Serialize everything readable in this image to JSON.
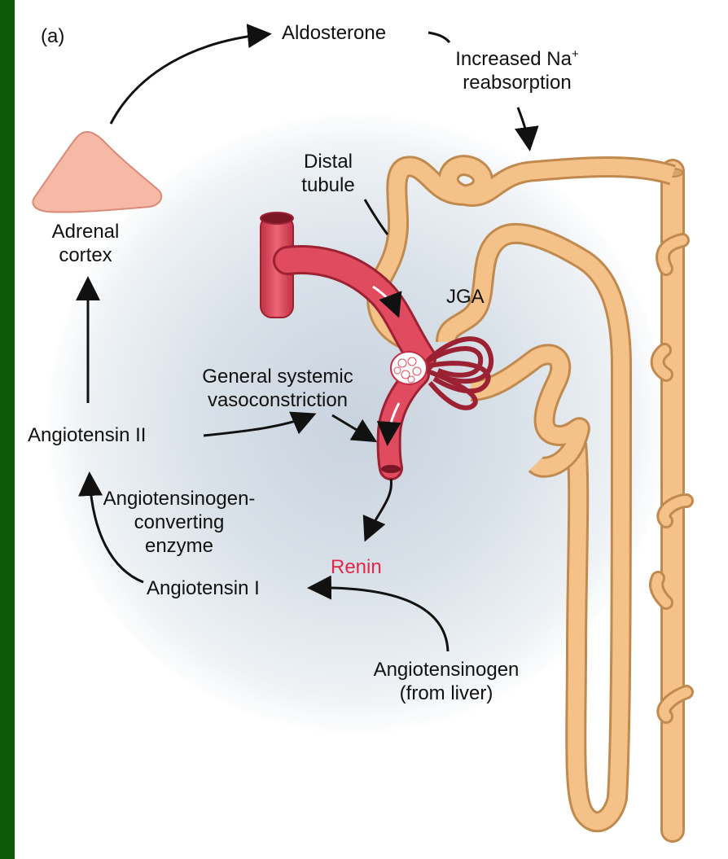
{
  "panel_label": "(a)",
  "labels": {
    "aldosterone": "Aldosterone",
    "increased_na_line1": "Increased Na",
    "increased_na_sup": "+",
    "increased_na_line2": "reabsorption",
    "distal_tubule_line1": "Distal",
    "distal_tubule_line2": "tubule",
    "adrenal_line1": "Adrenal",
    "adrenal_line2": "cortex",
    "jga": "JGA",
    "vasoconstriction_line1": "General systemic",
    "vasoconstriction_line2": "vasoconstriction",
    "angiotensin_ii": "Angiotensin II",
    "ace_line1": "Angiotensinogen-",
    "ace_line2": "converting",
    "ace_line3": "enzyme",
    "renin": "Renin",
    "angiotensin_i": "Angiotensin I",
    "angiotensinogen_line1": "Angiotensinogen",
    "angiotensinogen_line2": "(from liver)"
  },
  "colors": {
    "border": "#0a5a0a",
    "tubule": "#f4c189",
    "tubule_outline": "#c08a4e",
    "vessel": "#e04b5f",
    "renin_text": "#e0284b"
  }
}
